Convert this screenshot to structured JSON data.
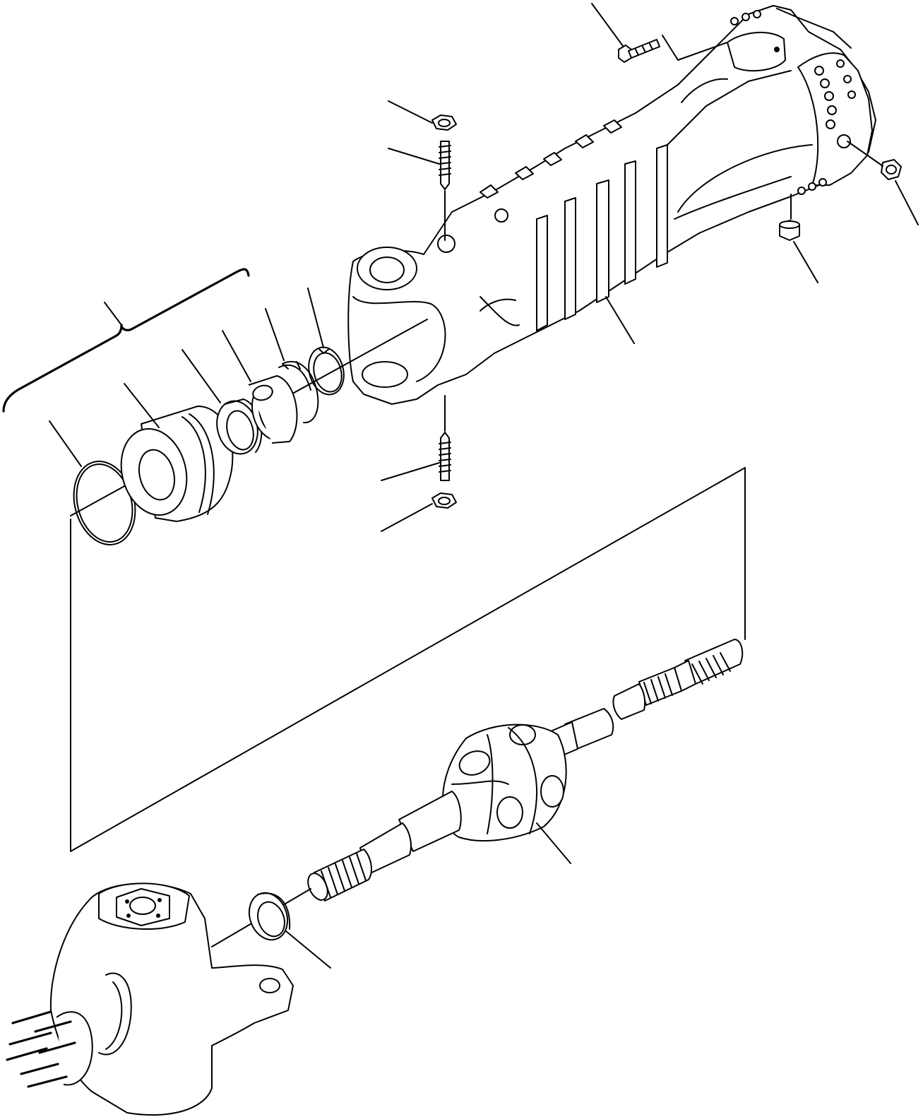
{
  "diagram": {
    "kind": "exploded-parts-view",
    "line_color": "#000000",
    "background": "#ffffff",
    "parts": [
      {
        "id": "axle-housing",
        "label": ""
      },
      {
        "id": "housing-bolt",
        "label": ""
      },
      {
        "id": "upper-stud",
        "label": ""
      },
      {
        "id": "upper-nut",
        "label": ""
      },
      {
        "id": "lower-stud",
        "label": ""
      },
      {
        "id": "lower-nut",
        "label": ""
      },
      {
        "id": "plug-right",
        "label": ""
      },
      {
        "id": "plug-bottom",
        "label": ""
      },
      {
        "id": "o-ring",
        "label": ""
      },
      {
        "id": "bushing",
        "label": ""
      },
      {
        "id": "seal-ring",
        "label": ""
      },
      {
        "id": "bearing",
        "label": ""
      },
      {
        "id": "snap-ring-inner",
        "label": ""
      },
      {
        "id": "snap-ring-outer",
        "label": ""
      },
      {
        "id": "universal-joint-shaft",
        "label": ""
      },
      {
        "id": "shaft-seal",
        "label": ""
      },
      {
        "id": "steering-knuckle",
        "label": ""
      }
    ]
  }
}
